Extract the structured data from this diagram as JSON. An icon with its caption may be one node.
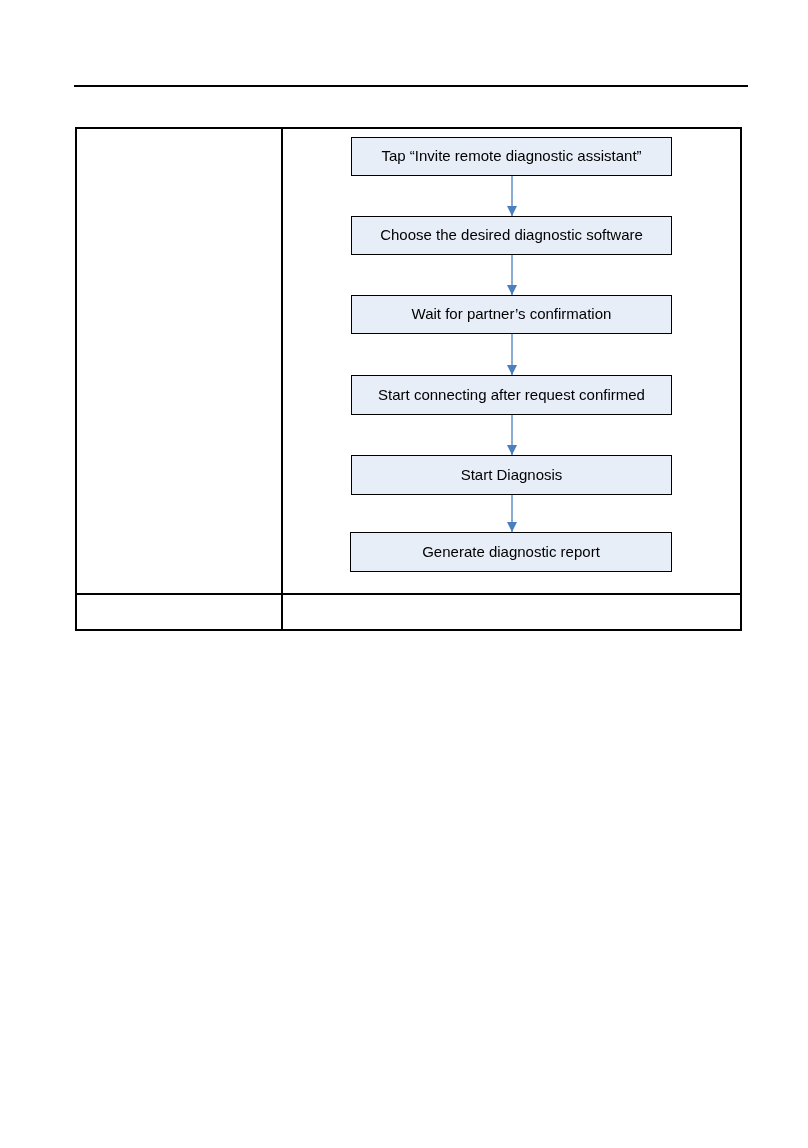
{
  "diagram": {
    "nodes": [
      {
        "text": [
          "Tap “Invite remote diagnostic assistant”"
        ]
      },
      {
        "text": [
          "Choose the desired diagnostic software"
        ]
      },
      {
        "text": [
          "Wait for partner’s confirmation"
        ]
      },
      {
        "text": [
          "Start connecting after request confirmed"
        ]
      },
      {
        "text": [
          "Start Diagnosis"
        ]
      },
      {
        "text": [
          "Generate diagnostic report"
        ]
      }
    ],
    "edges": [
      {
        "from": 0,
        "to": 1,
        "arrow": "to"
      },
      {
        "from": 1,
        "to": 2,
        "arrow": "to"
      },
      {
        "from": 2,
        "to": 3,
        "arrow": "to"
      },
      {
        "from": 3,
        "to": 4,
        "arrow": "to"
      },
      {
        "from": 4,
        "to": 5,
        "arrow": "to"
      }
    ]
  }
}
